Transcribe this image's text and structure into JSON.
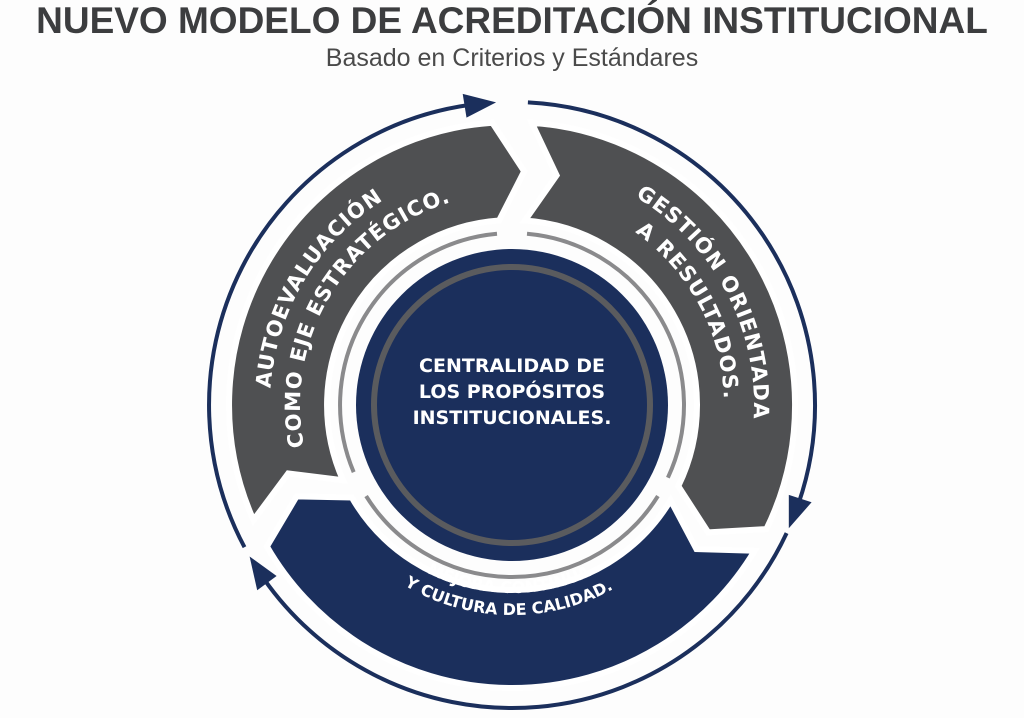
{
  "title": "NUEVO MODELO DE ACREDITACIÓN INSTITUCIONAL",
  "subtitle": "Basado en Criterios y Estándares",
  "center": {
    "lines": [
      "CENTRALIDAD DE",
      "LOS PROPÓSITOS",
      "INSTITUCIONALES."
    ]
  },
  "segments": {
    "left": {
      "line1": "AUTOEVALUACIÓN",
      "line2": "COMO EJE ESTRATÉGICO."
    },
    "right": {
      "line1": "GESTIÓN ORIENTADA",
      "line2": "A RESULTADOS."
    },
    "bottom": {
      "line1": "MEJORA CONTINUA",
      "line2": "Y CULTURA DE CALIDAD."
    }
  },
  "colors": {
    "gray": "#4f5052",
    "navy": "#1b2f5c",
    "ring": "#8a8a8c",
    "title": "#3c3d3f"
  }
}
